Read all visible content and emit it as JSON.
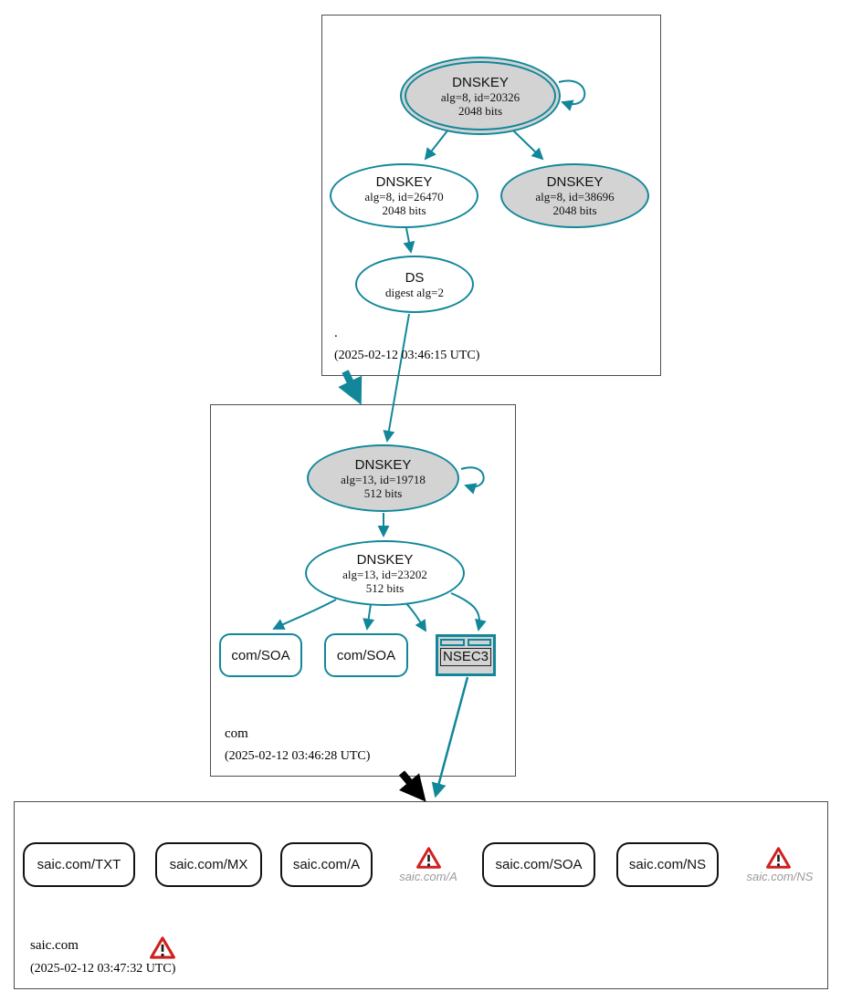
{
  "root_zone": {
    "label": ".",
    "timestamp": "(2025-02-12 03:46:15 UTC)",
    "ksk": {
      "title": "DNSKEY",
      "detail": "alg=8, id=20326",
      "bits": "2048 bits"
    },
    "zsk": {
      "title": "DNSKEY",
      "detail": "alg=8, id=26470",
      "bits": "2048 bits"
    },
    "key2": {
      "title": "DNSKEY",
      "detail": "alg=8, id=38696",
      "bits": "2048 bits"
    },
    "ds": {
      "title": "DS",
      "detail": "digest alg=2"
    }
  },
  "com_zone": {
    "label": "com",
    "timestamp": "(2025-02-12 03:46:28 UTC)",
    "ksk": {
      "title": "DNSKEY",
      "detail": "alg=13, id=19718",
      "bits": "512 bits"
    },
    "zsk": {
      "title": "DNSKEY",
      "detail": "alg=13, id=23202",
      "bits": "512 bits"
    },
    "soa1": "com/SOA",
    "soa2": "com/SOA",
    "nsec3": "NSEC3"
  },
  "saic_zone": {
    "label": "saic.com",
    "timestamp": "(2025-02-12 03:47:32 UTC)",
    "rrset_txt": "saic.com/TXT",
    "rrset_mx": "saic.com/MX",
    "rrset_a": "saic.com/A",
    "rrset_soa": "saic.com/SOA",
    "rrset_ns": "saic.com/NS",
    "warning_a": "saic.com/A",
    "warning_ns": "saic.com/NS"
  },
  "colors": {
    "secure_teal": "#12879a",
    "warning_red": "#d02020",
    "node_fill_gray": "#d3d3d3"
  }
}
